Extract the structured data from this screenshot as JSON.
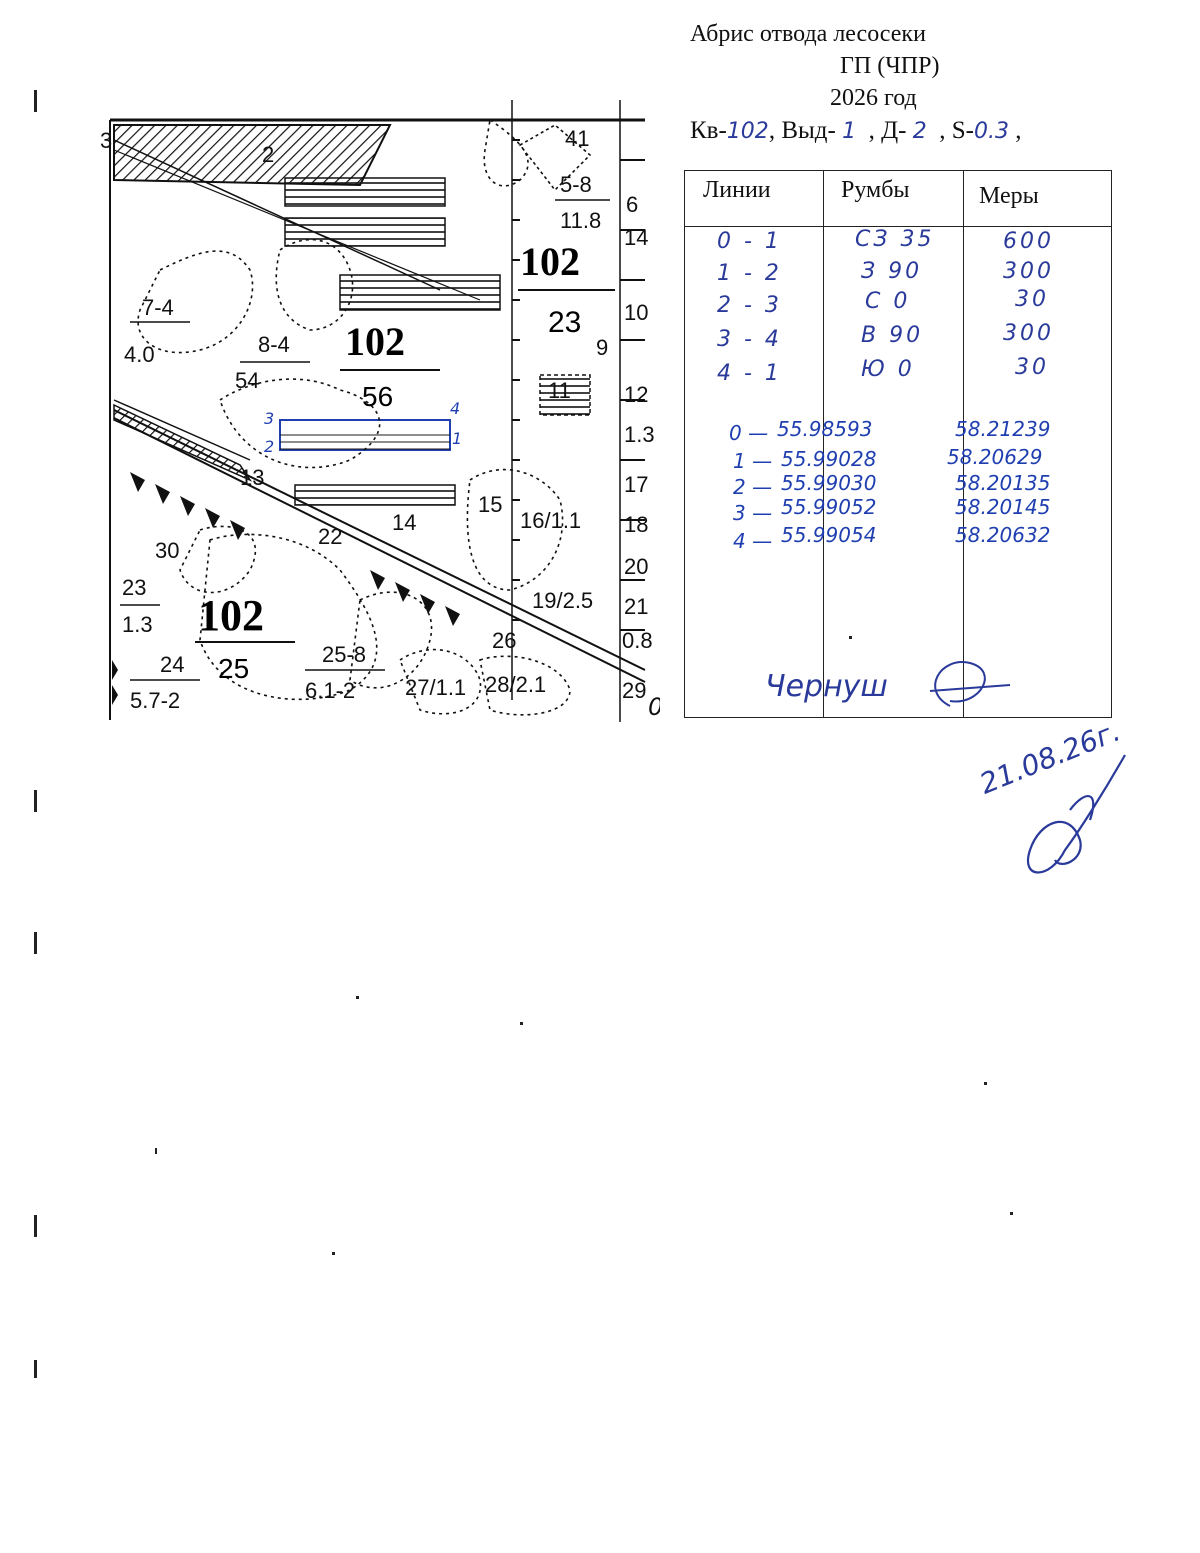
{
  "header": {
    "title": "Абрис отвода лесосеки",
    "program": "ГП (ЧПР)",
    "year": "2026 год",
    "kv_label": "Кв-",
    "kv_value": "102",
    "vyd_label": "Выд-",
    "vyd_value": "1",
    "d_label": "Д-",
    "d_value": "2",
    "s_label": "S-",
    "s_value": "0.3"
  },
  "table": {
    "headers": [
      "Линии",
      "Румбы",
      "Меры"
    ],
    "rows": [
      {
        "line": "0 - 1",
        "rumb": "СЗ 35",
        "measure": "600"
      },
      {
        "line": "1 - 2",
        "rumb": "З 90",
        "measure": "300"
      },
      {
        "line": "2 - 3",
        "rumb": "С 0",
        "measure": "30"
      },
      {
        "line": "3 - 4",
        "rumb": "В 90",
        "measure": "300"
      },
      {
        "line": "4 - 1",
        "rumb": "Ю 0",
        "measure": "30"
      }
    ],
    "coordinates": [
      {
        "point": "0 —",
        "lat": "55.98593",
        "lon": "58.21239"
      },
      {
        "point": "1 —",
        "lat": "55.99028",
        "lon": "58.20629"
      },
      {
        "point": "2 —",
        "lat": "55.99030",
        "lon": "58.20135"
      },
      {
        "point": "3 —",
        "lat": "55.99052",
        "lon": "58.20145"
      },
      {
        "point": "4 —",
        "lat": "55.99054",
        "lon": "58.20632"
      }
    ],
    "signature": "Чернуш"
  },
  "map": {
    "quarter_labels": [
      {
        "num": "102",
        "sub": "23"
      },
      {
        "num": "102",
        "sub": "56"
      },
      {
        "num": "102",
        "sub": "25"
      }
    ],
    "plot_labels": {
      "a": "7-4",
      "b": "4.0",
      "c": "8-4",
      "d": "54",
      "e": "5-8",
      "f": "11.8",
      "g": "41",
      "h": "13",
      "i": "14",
      "j": "22",
      "k": "16/1.1",
      "l": "15",
      "m": "19/2.5",
      "n": "26",
      "o": "24",
      "p": "5.7-2",
      "q": "25-8",
      "r": "6.1-2",
      "s": "27/1.1",
      "t": "28/2.1",
      "u": "29",
      "v": "30",
      "w": "23",
      "x": "1.3",
      "y": "6",
      "z": "14",
      "aa": "10",
      "ab": "9",
      "ac": "12",
      "ad": "1.3",
      "ae": "17",
      "af": "18",
      "ag": "20",
      "ah": "21",
      "ai": "0.8",
      "aj": "11",
      "ak": "3",
      "al": "2",
      "am": "1",
      "an": "4",
      "ao": "0",
      "ap": "2",
      "aq": "3"
    }
  },
  "stamp": {
    "date": "21.08.26г."
  }
}
